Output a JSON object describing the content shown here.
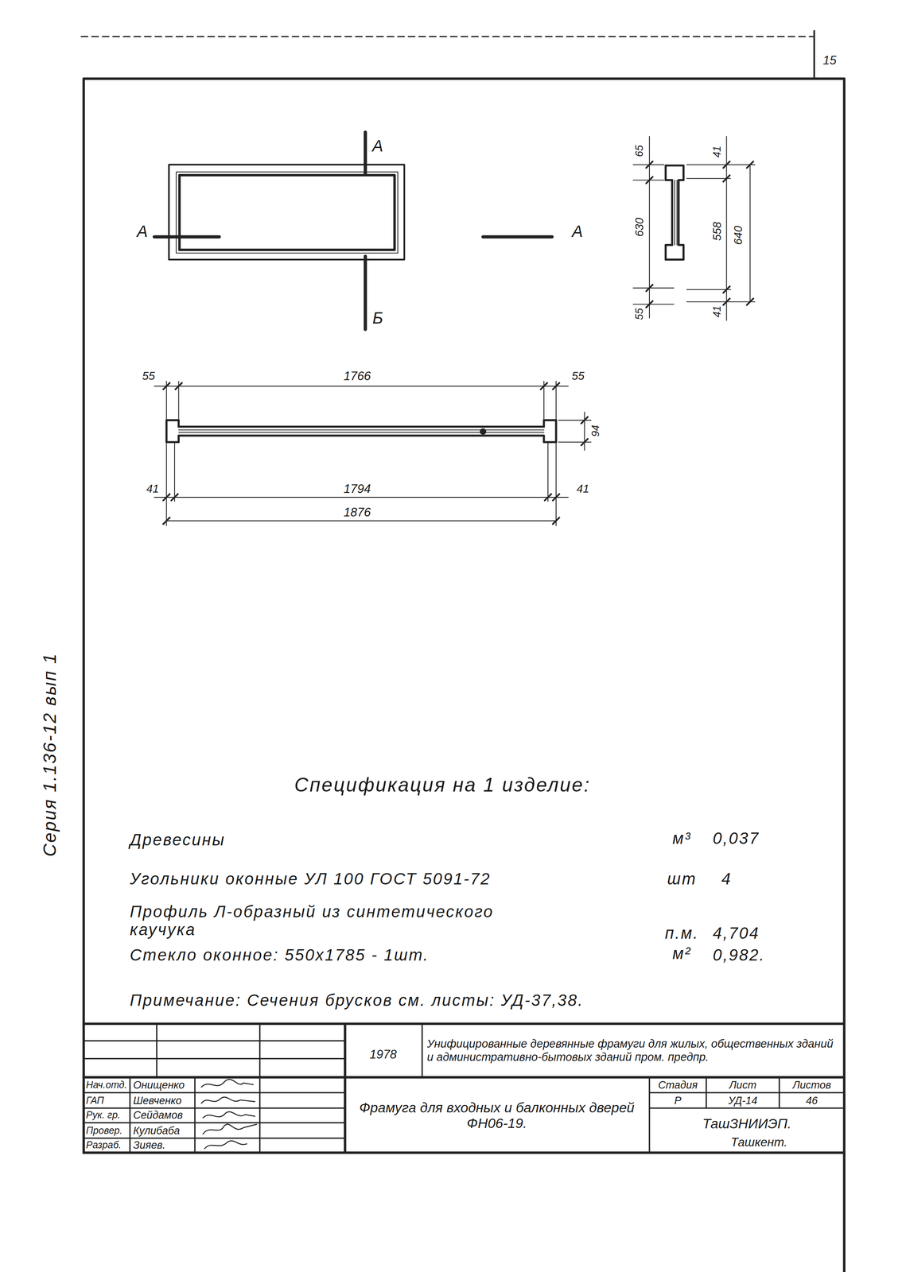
{
  "diagram": {
    "labels": [
      "15",
      "А",
      "А",
      "А",
      "Б",
      "65",
      "630",
      "55",
      "41",
      "558",
      "640",
      "41",
      "55",
      "1766",
      "55",
      "94",
      "41",
      "1794",
      "41",
      "1876",
      "Серия 1.136-12 вып 1",
      "Спецификация на 1 изделие:",
      "Древесины",
      "м³",
      "0,037",
      "Угольники оконные УЛ 100 ГОСТ 5091-72",
      "шт",
      "4",
      "Профиль Л-образный из синтетического каучука",
      "п.м.",
      "4,704",
      "Стекло оконное: 550x1785 - 1шт.",
      "м²",
      "0,982.",
      "Примечание: Сечения брусков см. листы: УД-37,38.",
      "1978",
      "Унифицированные деревянные фрамуги для жилых, общественных зданий и административно-бытовых зданий пром. предпр.",
      "Нач.отд.",
      "Онищенко",
      "ГАП",
      "Шевченко",
      "Рук. гр.",
      "Сейдамов",
      "Провер.",
      "Кулибаба",
      "Разраб.",
      "Зияев.",
      "Фрамуга для входных и балконных дверей ФН06-19.",
      "Стадия",
      "Лист",
      "Листов",
      "Р",
      "УД-14",
      "46",
      "ТашЗНИИЭП.",
      "Ташкент."
    ]
  }
}
